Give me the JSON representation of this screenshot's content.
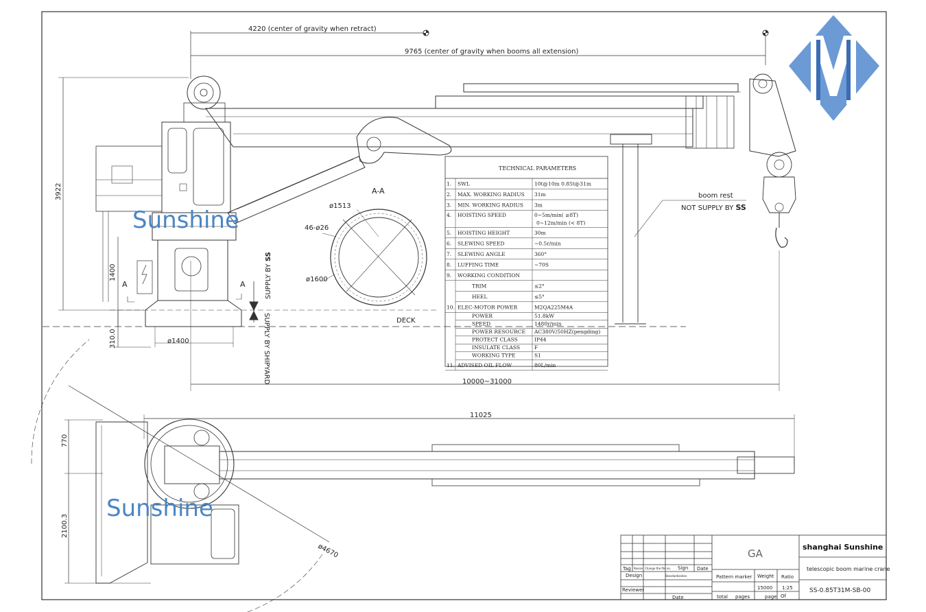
{
  "dimensions": {
    "cg_retract": "4220 (center of gravity when retract)",
    "cg_extension": "9765 (center of gravity when booms all extension)",
    "height_total": "3922",
    "height_pedestal": "1400",
    "height_deck": "310.0",
    "pedestal_dia": "ø1400",
    "radius_range": "10000~31000",
    "plan_length": "11025",
    "plan_770": "770",
    "plan_2100": "2100.3",
    "plan_radius": "ø4670",
    "ring_outer": "ø1513",
    "ring_inner": "ø1600",
    "ring_bolts": "46-ø26"
  },
  "labels": {
    "section": "A-A",
    "section_a_left": "A",
    "section_a_right": "A",
    "deck": "DECK",
    "supply_ss_prefix": "SUPPLY BY ",
    "supply_ss_bold": "SS",
    "supply_shipyard": "SUPPLY BY SHIPYARD",
    "boom_rest": "boom rest",
    "not_supply_prefix": "NOT SUPPLY BY ",
    "not_supply_bold": "SS",
    "watermark": "Sunshine"
  },
  "tech_table": {
    "title": "TECHNICAL PARAMETERS",
    "rows": [
      {
        "no": "1.",
        "name": "SWL",
        "value": "10t@10m 0.85t@31m"
      },
      {
        "no": "2.",
        "name": "MAX. WORKING RADIUS",
        "value": "31m"
      },
      {
        "no": "3.",
        "name": "MIN. WORKING RADIUS",
        "value": "3m"
      },
      {
        "no": "4.",
        "name": "HOISTING SPEED",
        "value": "0~5m/min( ≥8T)",
        "value2": "0~12m/min (< 8T)"
      },
      {
        "no": "5.",
        "name": "HOISTING HEIGHT",
        "value": "30m"
      },
      {
        "no": "6.",
        "name": "SLEWING SPEED",
        "value": "~0.5r/min"
      },
      {
        "no": "7.",
        "name": "SLEWING ANGLE",
        "value": "360°"
      },
      {
        "no": "8.",
        "name": "LUFFING TIME",
        "value": "~70S"
      },
      {
        "no": "9.",
        "name": "WORKING CONDITION",
        "value": ""
      },
      {
        "no": "",
        "name": "TRIM",
        "value": "≤2°"
      },
      {
        "no": "",
        "name": "HEEL",
        "value": "≤5°"
      },
      {
        "no": "10.",
        "name": "ELEC-MOTOR POWER",
        "value": "M2QA225M4A"
      },
      {
        "no": "",
        "name": "POWER",
        "value": "51.8kW"
      },
      {
        "no": "",
        "name": "SPEED",
        "value": "1480r/min"
      },
      {
        "no": "",
        "name": "POWER RESOURCE",
        "value": "AC380V/50HZ(pengding)"
      },
      {
        "no": "",
        "name": "PROTECT CLASS",
        "value": "IP44"
      },
      {
        "no": "",
        "name": "INSULATE CLASS",
        "value": "F"
      },
      {
        "no": "",
        "name": "WORKING TYPE",
        "value": "S1"
      },
      {
        "no": "11.",
        "name": "ADVISED OIL FLOW",
        "value": "80L/min"
      }
    ]
  },
  "title_block": {
    "company": "shanghai Sunshine",
    "drawing_title": "GA",
    "product": "telescopic boom marine crane",
    "drawing_no": "SS-0.85T31M-SB-00",
    "tag": "Tag",
    "revise": "Revise",
    "change_file": "Change the file no.",
    "sign": "Sign",
    "date": "Date",
    "design": "Design",
    "standardization": "Standardization",
    "reviewer": "Reviewer",
    "date2": "Date",
    "pattern_marker": "Pattern marker",
    "weight_label": "Weight",
    "ratio_label": "Ratio",
    "weight": "15000",
    "ratio": "1:25",
    "total": "total",
    "pages": "pages",
    "page": "page",
    "of": "Of"
  },
  "colors": {
    "line": "#333333",
    "watermark": "#4a86c5",
    "logo": "#5b8fd0"
  },
  "logo_icon": "sunshine-m-logo-icon"
}
